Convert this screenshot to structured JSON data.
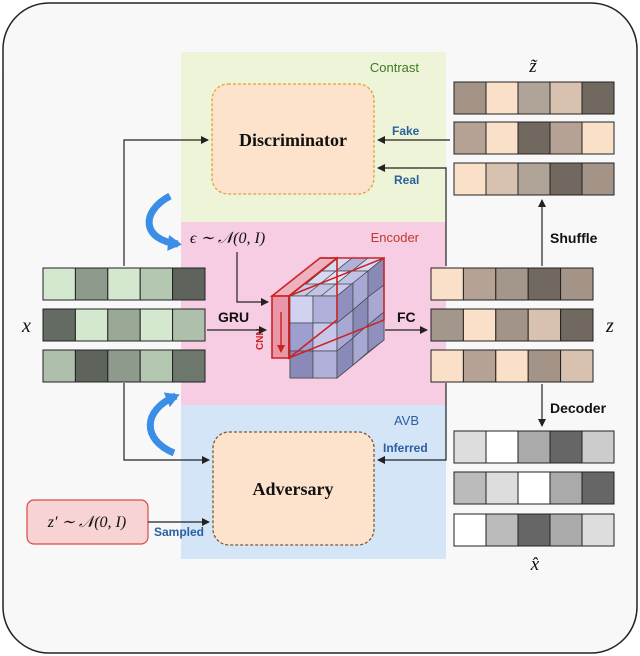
{
  "labels": {
    "contrast": "Contrast",
    "encoder": "Encoder",
    "avb": "AVB",
    "discriminator": "Discriminator",
    "adversary": "Adversary",
    "fake": "Fake",
    "real": "Real",
    "inferred": "Inferred",
    "sampled": "Sampled",
    "shuffle": "Shuffle",
    "decoder": "Decoder",
    "gru": "GRU",
    "fc": "FC",
    "cnn": "CNN",
    "x": "x",
    "z": "z",
    "z_tilde": "z̃",
    "x_hat": "x̂",
    "epsilon": "ϵ ∼ 𝒩(0, I)",
    "z_prime": "z′ ∼ 𝒩(0, I)"
  },
  "colors": {
    "contrast_bg": "#eef4d8",
    "encoder_bg": "#f7cde3",
    "avb_bg": "#d4e5f7",
    "module_fill": "#fde3cc",
    "module_border": "#e0a23a",
    "label_blue": "#2a5fa0",
    "label_green": "#3f7a25",
    "label_red": "#c0392b",
    "loop_arrow": "#3b8ee6",
    "zprime_fill": "#f7d3d3",
    "zprime_border": "#d94a4a",
    "cnn_red": "#cc2222"
  },
  "rows": {
    "x": [
      [
        "#d4e8d0",
        "#8e9a8b",
        "#d4e8d0",
        "#b4c7b0",
        "#5e645c"
      ],
      [
        "#636b62",
        "#d4e8d0",
        "#9aa896",
        "#d4e8d0",
        "#aebfac"
      ],
      [
        "#aebfac",
        "#5e645c",
        "#8e9a8b",
        "#b4c7b0",
        "#6e776c"
      ]
    ],
    "z": [
      [
        "#fbe0c9",
        "#b6a295",
        "#a3978c",
        "#716860",
        "#a39487"
      ],
      [
        "#a3978c",
        "#fbe0c9",
        "#a39487",
        "#d8c1ae",
        "#716860"
      ],
      [
        "#fbe0c9",
        "#b6a295",
        "#fbe0c9",
        "#a39487",
        "#d8c1ae"
      ]
    ],
    "z_tilde": [
      [
        "#a39487",
        "#fbe0c9",
        "#b0a398",
        "#d8c1ae",
        "#716860"
      ],
      [
        "#b6a295",
        "#fbe0c9",
        "#716860",
        "#b6a295",
        "#fbe0c9"
      ],
      [
        "#fbe0c9",
        "#d8c1ae",
        "#b0a398",
        "#716860",
        "#a39487"
      ]
    ],
    "x_hat": [
      [
        "#dddddd",
        "#ffffff",
        "#aaaaaa",
        "#666666",
        "#cccccc"
      ],
      [
        "#bbbbbb",
        "#dddddd",
        "#ffffff",
        "#aaaaaa",
        "#666666"
      ],
      [
        "#ffffff",
        "#bbbbbb",
        "#666666",
        "#aaaaaa",
        "#dddddd"
      ]
    ]
  }
}
